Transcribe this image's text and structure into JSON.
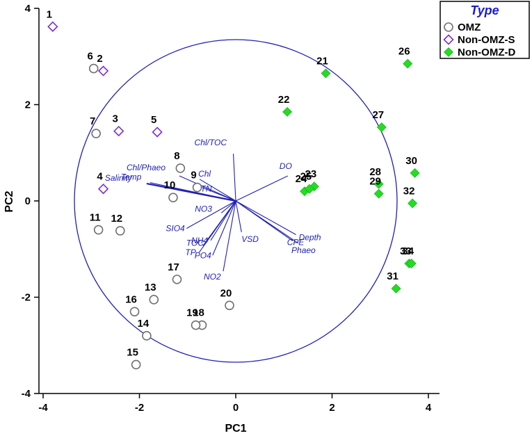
{
  "chart_data": {
    "type": "scatter",
    "xlabel": "PC1",
    "ylabel": "PC2",
    "xlim": [
      -4,
      4
    ],
    "ylim": [
      -4,
      4
    ],
    "x_ticks": [
      "-4",
      "-2",
      "0",
      "2",
      "4"
    ],
    "y_ticks": [
      "-4",
      "-2",
      "0",
      "2",
      "4"
    ],
    "grid": false,
    "legend_position": "top-right",
    "legend": {
      "title": "Type",
      "items": [
        {
          "name": "OMZ",
          "marker": "open-circle",
          "color": "#707070"
        },
        {
          "name": "Non-OMZ-S",
          "marker": "open-diamond",
          "color": "#7a2fd0"
        },
        {
          "name": "Non-OMZ-D",
          "marker": "filled-diamond",
          "color": "#22dd22"
        }
      ]
    },
    "circle": {
      "center": [
        0,
        0
      ],
      "radius": 3.35,
      "color": "#1f1fb4"
    },
    "vector_color": "#1f1fb4",
    "series": [
      {
        "name": "OMZ",
        "points": [
          {
            "label": "6",
            "x": -2.95,
            "y": 2.75
          },
          {
            "label": "7",
            "x": -2.9,
            "y": 1.4
          },
          {
            "label": "8",
            "x": -1.15,
            "y": 0.68
          },
          {
            "label": "9",
            "x": -0.8,
            "y": 0.28
          },
          {
            "label": "10",
            "x": -1.3,
            "y": 0.07
          },
          {
            "label": "11",
            "x": -2.85,
            "y": -0.6
          },
          {
            "label": "12",
            "x": -2.4,
            "y": -0.62
          },
          {
            "label": "13",
            "x": -1.7,
            "y": -2.05
          },
          {
            "label": "14",
            "x": -1.85,
            "y": -2.8
          },
          {
            "label": "15",
            "x": -2.07,
            "y": -3.4
          },
          {
            "label": "16",
            "x": -2.1,
            "y": -2.3
          },
          {
            "label": "17",
            "x": -1.22,
            "y": -1.63
          },
          {
            "label": "18",
            "x": -0.7,
            "y": -2.58
          },
          {
            "label": "19",
            "x": -0.83,
            "y": -2.58
          },
          {
            "label": "20",
            "x": -0.13,
            "y": -2.17
          }
        ]
      },
      {
        "name": "Non-OMZ-S",
        "points": [
          {
            "label": "1",
            "x": -3.8,
            "y": 3.62
          },
          {
            "label": "2",
            "x": -2.75,
            "y": 2.7
          },
          {
            "label": "3",
            "x": -2.43,
            "y": 1.45
          },
          {
            "label": "4",
            "x": -2.75,
            "y": 0.25
          },
          {
            "label": "5",
            "x": -1.63,
            "y": 1.43
          }
        ]
      },
      {
        "name": "Non-OMZ-D",
        "points": [
          {
            "label": "21",
            "x": 1.87,
            "y": 2.65
          },
          {
            "label": "22",
            "x": 1.07,
            "y": 1.85
          },
          {
            "label": "23",
            "x": 1.63,
            "y": 0.3
          },
          {
            "label": "24",
            "x": 1.43,
            "y": 0.2
          },
          {
            "label": "25",
            "x": 1.53,
            "y": 0.25
          },
          {
            "label": "26",
            "x": 3.57,
            "y": 2.85
          },
          {
            "label": "27",
            "x": 3.03,
            "y": 1.53
          },
          {
            "label": "28",
            "x": 2.97,
            "y": 0.35
          },
          {
            "label": "29",
            "x": 2.97,
            "y": 0.15
          },
          {
            "label": "30",
            "x": 3.72,
            "y": 0.58
          },
          {
            "label": "31",
            "x": 3.33,
            "y": -1.82
          },
          {
            "label": "32",
            "x": 3.67,
            "y": -0.05
          },
          {
            "label": "33",
            "x": 3.6,
            "y": -1.3
          },
          {
            "label": "34",
            "x": 3.65,
            "y": -1.3
          }
        ]
      }
    ],
    "vectors": [
      {
        "name": "Chl/TOC",
        "x": -0.05,
        "y": 0.98
      },
      {
        "name": "Chl/Phaeo",
        "x": -1.17,
        "y": 0.52
      },
      {
        "name": "Chl",
        "x": -0.75,
        "y": 0.45
      },
      {
        "name": "Temp",
        "x": -1.78,
        "y": 0.38
      },
      {
        "name": "Salinity",
        "x": -1.85,
        "y": 0.36
      },
      {
        "name": "TN",
        "x": -0.7,
        "y": 0.28
      },
      {
        "name": "DO",
        "x": 1.08,
        "y": 0.52
      },
      {
        "name": "NO3",
        "x": -0.3,
        "y": -0.25
      },
      {
        "name": "SIO4",
        "x": -1.02,
        "y": -0.57
      },
      {
        "name": "NH4",
        "x": -0.52,
        "y": -0.82
      },
      {
        "name": "TOC",
        "x": -0.68,
        "y": -0.93
      },
      {
        "name": "TP",
        "x": -0.76,
        "y": -1.07
      },
      {
        "name": "PO4",
        "x": -0.48,
        "y": -1.13
      },
      {
        "name": "NO2",
        "x": -0.26,
        "y": -1.46
      },
      {
        "name": "VSD",
        "x": 0.12,
        "y": -0.65
      },
      {
        "name": "Depth",
        "x": 1.25,
        "y": -0.7
      },
      {
        "name": "CPE",
        "x": 1.18,
        "y": -0.83
      },
      {
        "name": "Phaeo",
        "x": 1.3,
        "y": -0.88
      }
    ]
  }
}
